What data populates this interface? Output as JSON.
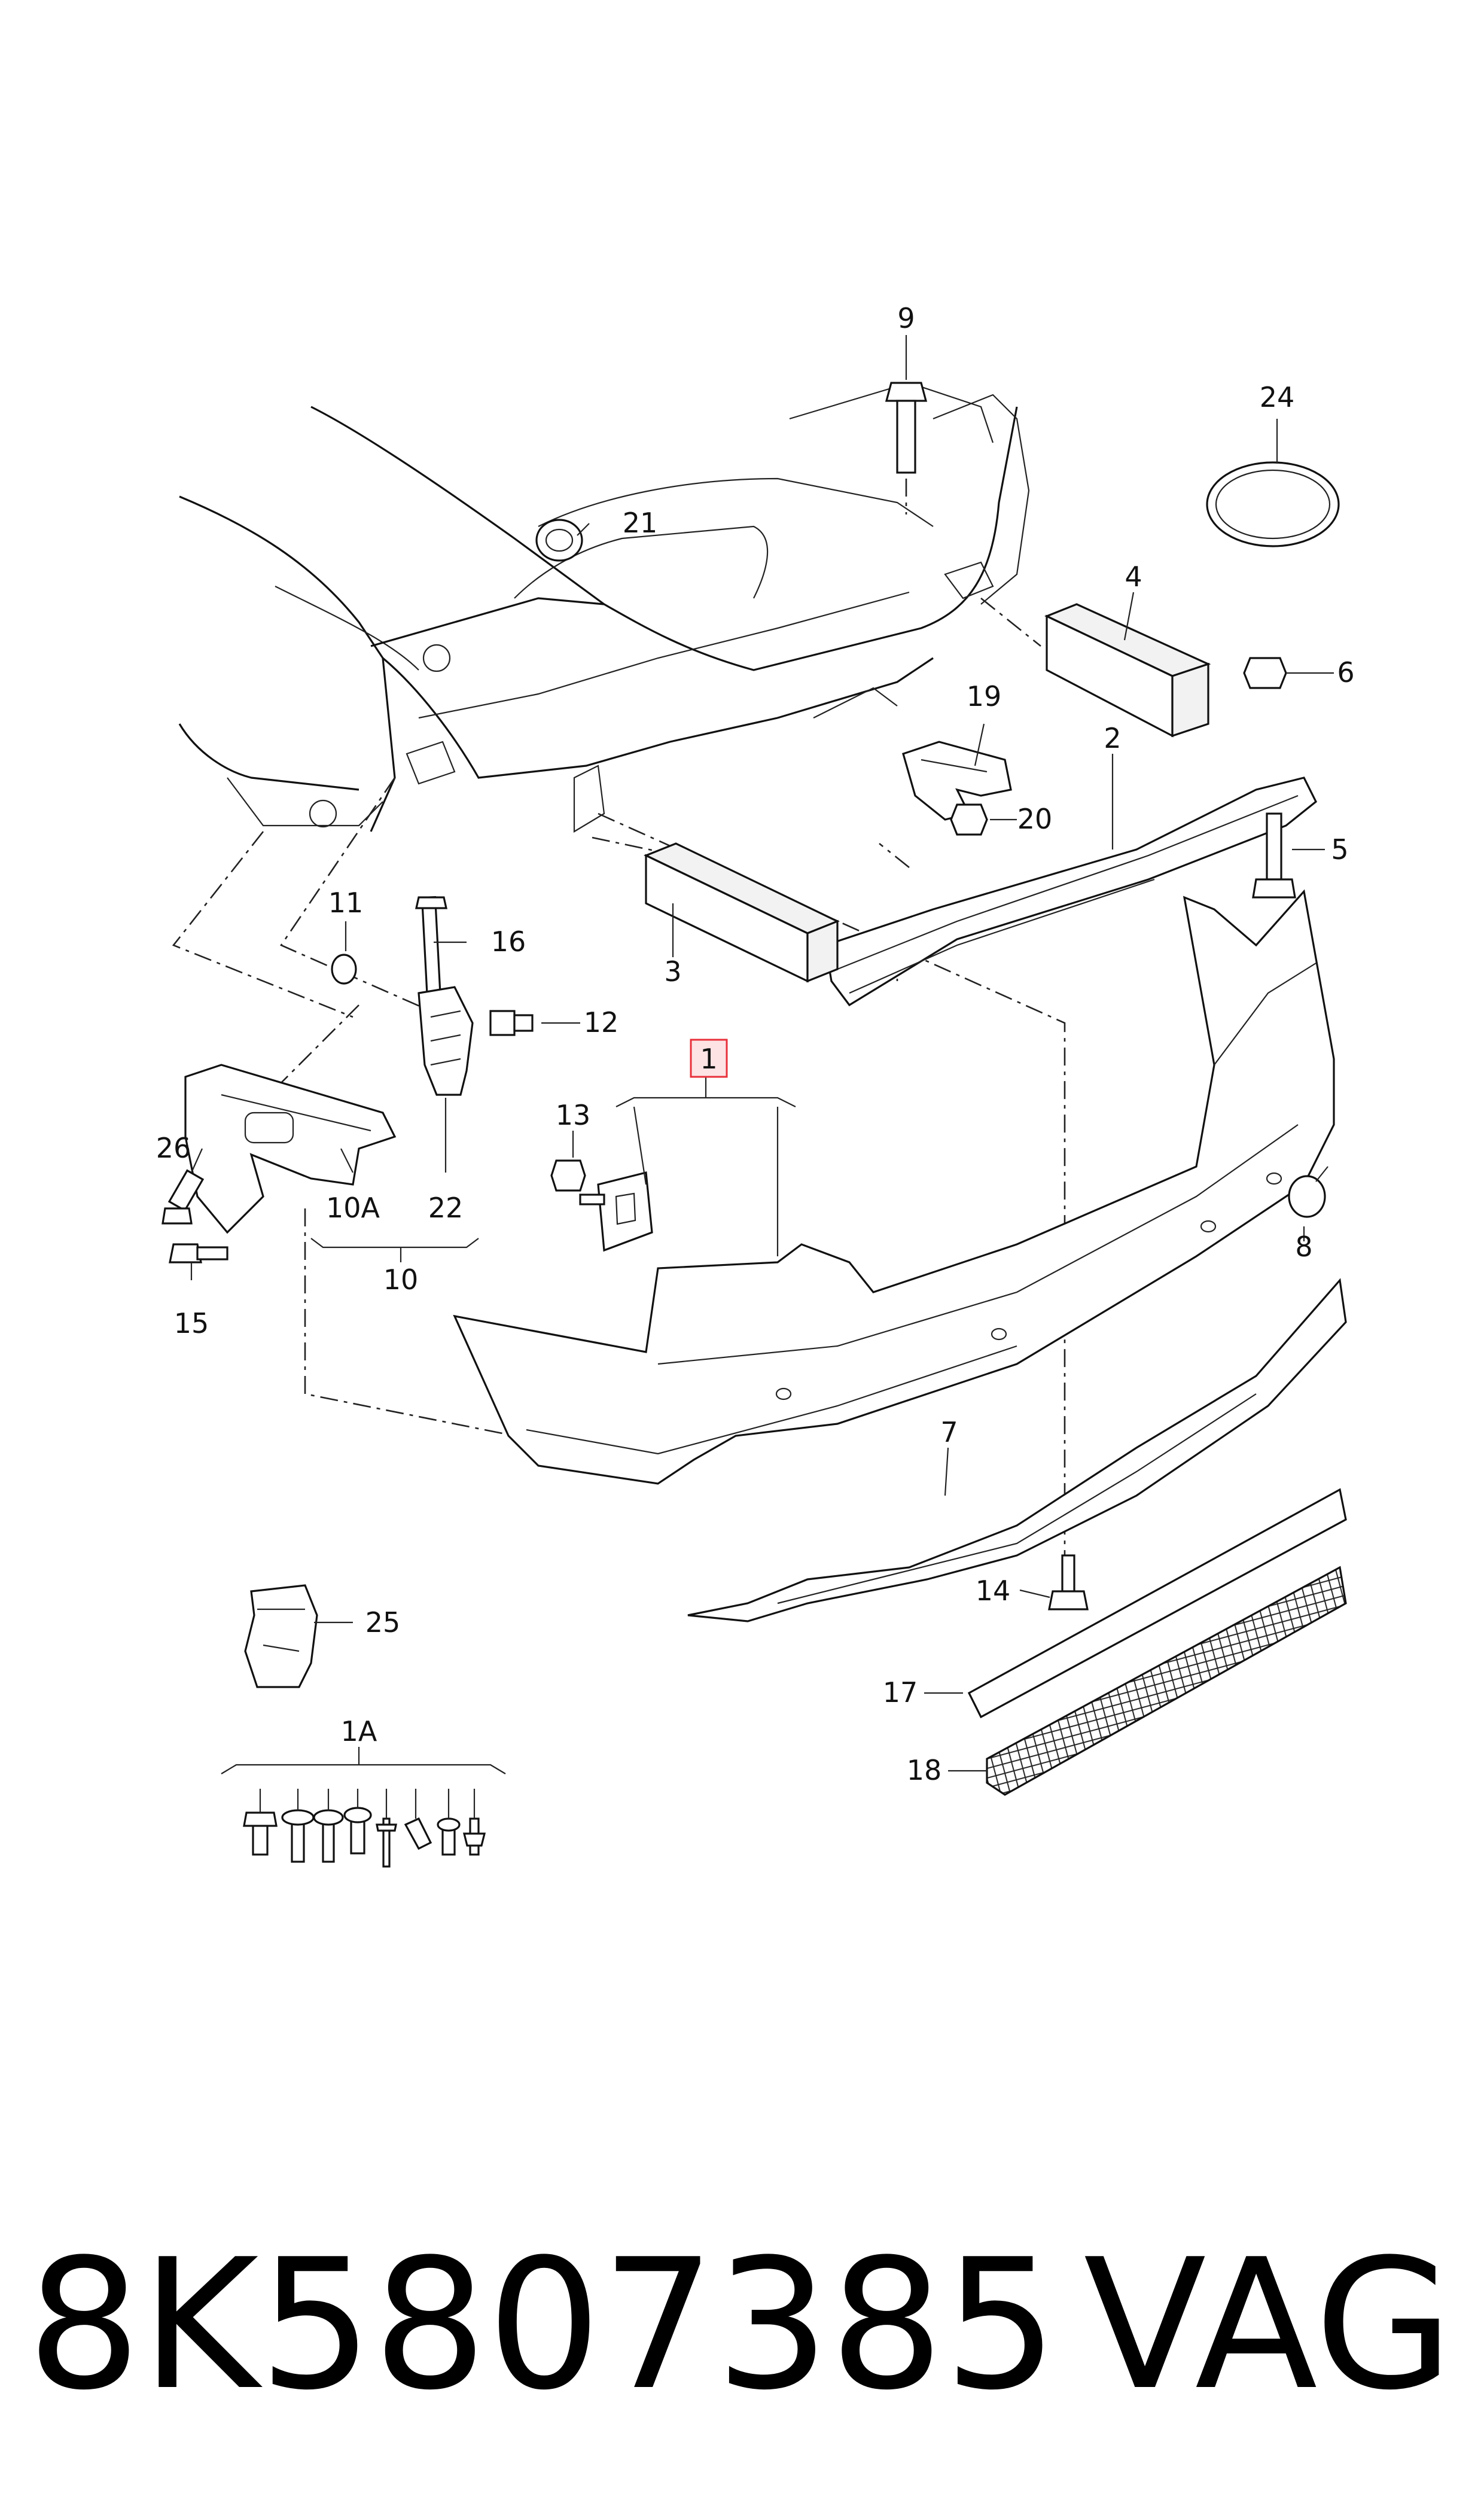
{
  "diagram": {
    "callouts": [
      "1",
      "1A",
      "2",
      "3",
      "4",
      "5",
      "6",
      "7",
      "8",
      "9",
      "10",
      "10A",
      "11",
      "12",
      "13",
      "14",
      "15",
      "16",
      "17",
      "18",
      "19",
      "20",
      "21",
      "22",
      "24",
      "25",
      "26"
    ],
    "highlighted_callout": "1",
    "highlight_color": "#e8303a",
    "highlight_fill": "#fde3e4"
  },
  "footer": {
    "part_number": "8K5807385",
    "brand": "VAG"
  }
}
